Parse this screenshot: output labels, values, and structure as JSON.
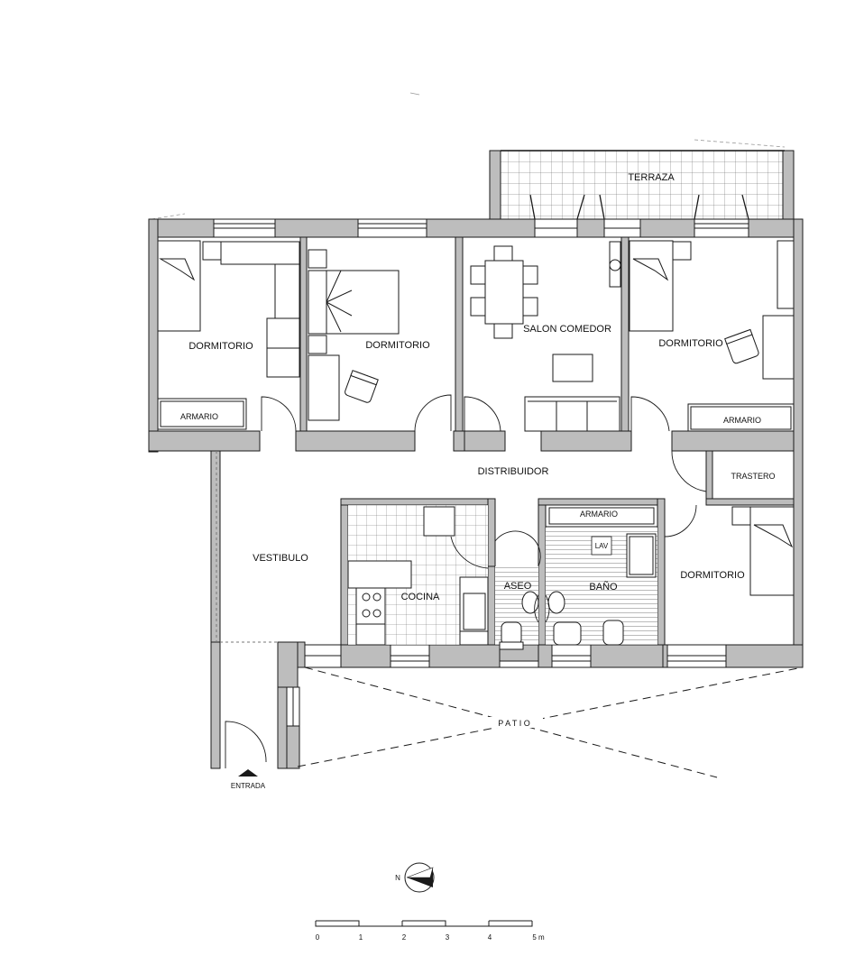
{
  "rooms": {
    "terraza": "TERRAZA",
    "dorm1": "DORMITORIO",
    "dorm2": "DORMITORIO",
    "salon": "SALON COMEDOR",
    "dorm3": "DORMITORIO",
    "distribuidor": "DISTRIBUIDOR",
    "trastero": "TRASTERO",
    "vestibulo": "VESTIBULO",
    "cocina": "COCINA",
    "aseo": "ASEO",
    "bano": "BAÑO",
    "dorm4": "DORMITORIO"
  },
  "fixtures": {
    "armario1": "ARMARIO",
    "armario2": "ARMARIO",
    "armario3": "ARMARIO",
    "lav": "LAV"
  },
  "labels": {
    "patio": "P A T I O",
    "entrada": "ENTRADA",
    "north": "N"
  },
  "scale": {
    "ticks": [
      "0",
      "1",
      "2",
      "3",
      "4",
      "5 m"
    ]
  },
  "colors": {
    "wall": "#bdbdbd",
    "line": "#1a1a1a"
  }
}
